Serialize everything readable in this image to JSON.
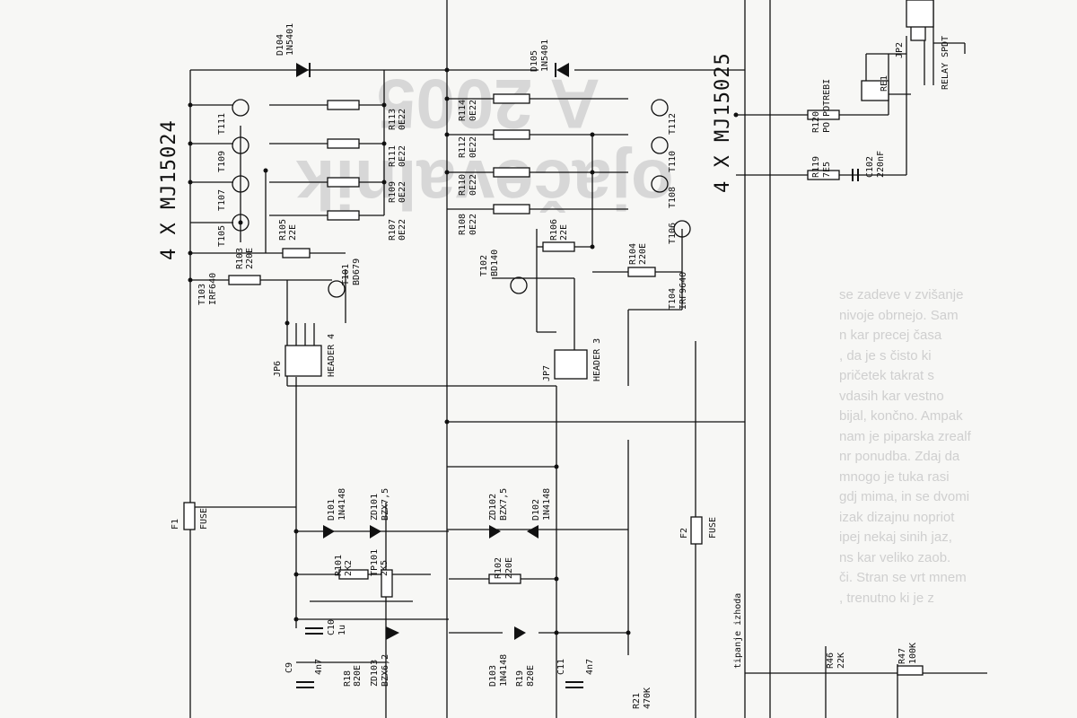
{
  "bleed": {
    "headline_1": "A 2005",
    "headline_2": "ojačevalnik",
    "right_column": "se zadeve v zvišanje\nnivoje obrnejo. Sam\nn kar precej časa\n, da je s čisto ki\npričetek takrat s\nvdasih kar vestno\nbijal, končno. Ampak\nnam je piparska zrealf\nnr ponudba. Zdaj da\nmnogo je tuka rasi\ngdj mima, in se dvomi\nizak dizajnu nopriot\nipej nekaj sinih jaz,\nns kar veliko zaob.\nči. Stran se vrt mnem\n, trenutno ki je z",
    "middle_column": "",
    "left_column": ""
  },
  "labels": {
    "mj15024": "4 X MJ15024",
    "mj15025": "4 X MJ15025",
    "d104": "D104",
    "d104_part": "1N5401",
    "d105": "D105",
    "d105_part": "1N5401",
    "t111": "T111",
    "t109": "T109",
    "t107": "T107",
    "t105": "T105",
    "r103": "R103",
    "r103_value": "220E",
    "r105": "R105",
    "r105_value": "22E",
    "t103": "T103",
    "t103_part": "IRF640",
    "t101": "T101",
    "t101_part": "BD679",
    "r113": "R113",
    "r113_value": "0E22",
    "r111": "R111",
    "r111_value": "0E22",
    "r109": "R109",
    "r109_value": "0E22",
    "r107": "R107",
    "r107_value": "0E22",
    "r114": "R114",
    "r114_value": "0E22",
    "r112": "R112",
    "r112_value": "0E22",
    "r110": "R110",
    "r110_value": "0E22",
    "r108": "R108",
    "r108_value": "0E22",
    "t112": "T112",
    "t110": "T110",
    "t108": "T108",
    "t106": "T106",
    "r106": "R106",
    "r106_value": "22E",
    "r104": "R104",
    "r104_value": "220E",
    "t102": "T102",
    "t102_part": "BD140",
    "t104": "T104",
    "t104_part": "IRF9640",
    "jp6": "JP6",
    "header_4": "HEADER 4",
    "jp7": "JP7",
    "header_3": "HEADER 3",
    "f1": "F1",
    "f1_type": "FUSE",
    "f2": "F2",
    "f2_type": "FUSE",
    "d101": "D101",
    "d101_part": "1N4148",
    "zd101": "ZD101",
    "zd101_part": "BZX7,5",
    "zd102": "ZD102",
    "zd102_part": "BZX7,5",
    "d102": "D102",
    "d102_part": "1N4148",
    "r101": "R101",
    "r101_value": "2K2",
    "tp101": "TP101",
    "tp101_value": "2K5",
    "r102": "R102",
    "r102_value": "220E",
    "c10": "C10",
    "c10_value": "1u",
    "zd103": "ZD103",
    "zd103_part": "BZX6,2",
    "d103": "D103",
    "d103_part": "1N4148",
    "c9": "C9",
    "c9_value": "4n7",
    "r18": "R18",
    "r18_value": "820E",
    "r19": "R19",
    "r19_value": "820E",
    "c11": "C11",
    "c11_value": "4n7",
    "r21": "R21",
    "r21_value": "470K",
    "tipanje_izhoda": "tipanje izhoda",
    "r120": "R120",
    "r120_value": "PO POTREBI",
    "r119": "R119",
    "r119_value": "7E5",
    "c102": "C102",
    "c102_value": "220nF",
    "re1": "RE1",
    "relay_spdt": "RELAY SPDT",
    "jp2": "JP2",
    "r46": "R46",
    "r46_value": "22K",
    "r47": "R47",
    "r47_value": "100K"
  }
}
